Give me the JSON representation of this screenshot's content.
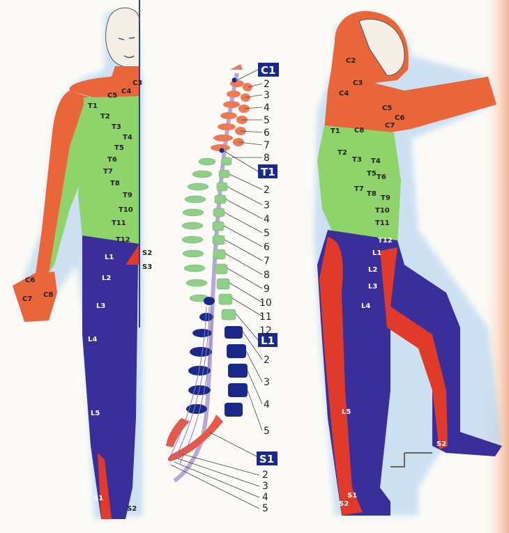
{
  "colors": {
    "cervical": "#e8663a",
    "thoracic": "#8fd46a",
    "lumbar": "#3a2e9a",
    "sacral": "#e03a2a",
    "skin": "#f4efe6",
    "spine_blue": "#1a2a8a",
    "spine_green": "#8fcf8a",
    "spine_red": "#e45a4a",
    "spine_orange": "#ec7a55"
  },
  "front_figure": {
    "labels": [
      "C3",
      "C4",
      "C5",
      "T1",
      "T2",
      "T3",
      "T4",
      "T5",
      "T6",
      "T7",
      "T8",
      "T9",
      "T10",
      "T11",
      "T12",
      "L1",
      "L2",
      "L3",
      "L4",
      "L5",
      "S1",
      "S2",
      "S2",
      "S3",
      "C6",
      "C7",
      "C8"
    ]
  },
  "spine": {
    "headers": [
      "C1",
      "T1",
      "L1",
      "S1"
    ],
    "cervical_numbers": [
      "2",
      "3",
      "4",
      "5",
      "6",
      "7",
      "8"
    ],
    "thoracic_numbers": [
      "2",
      "3",
      "4",
      "5",
      "6",
      "7",
      "8",
      "9",
      "10",
      "11",
      "12"
    ],
    "lumbar_numbers": [
      "2",
      "3",
      "4",
      "5"
    ],
    "sacral_numbers": [
      "2",
      "3",
      "4",
      "5"
    ]
  },
  "side_figure": {
    "labels": [
      "C2",
      "C3",
      "C4",
      "C5",
      "C6",
      "C7",
      "C8",
      "T1",
      "T2",
      "T3",
      "T4",
      "T5",
      "T6",
      "T7",
      "T8",
      "T9",
      "T10",
      "T11",
      "T12",
      "L1",
      "L2",
      "L3",
      "L4",
      "L5",
      "S1",
      "S2",
      "S2"
    ]
  }
}
